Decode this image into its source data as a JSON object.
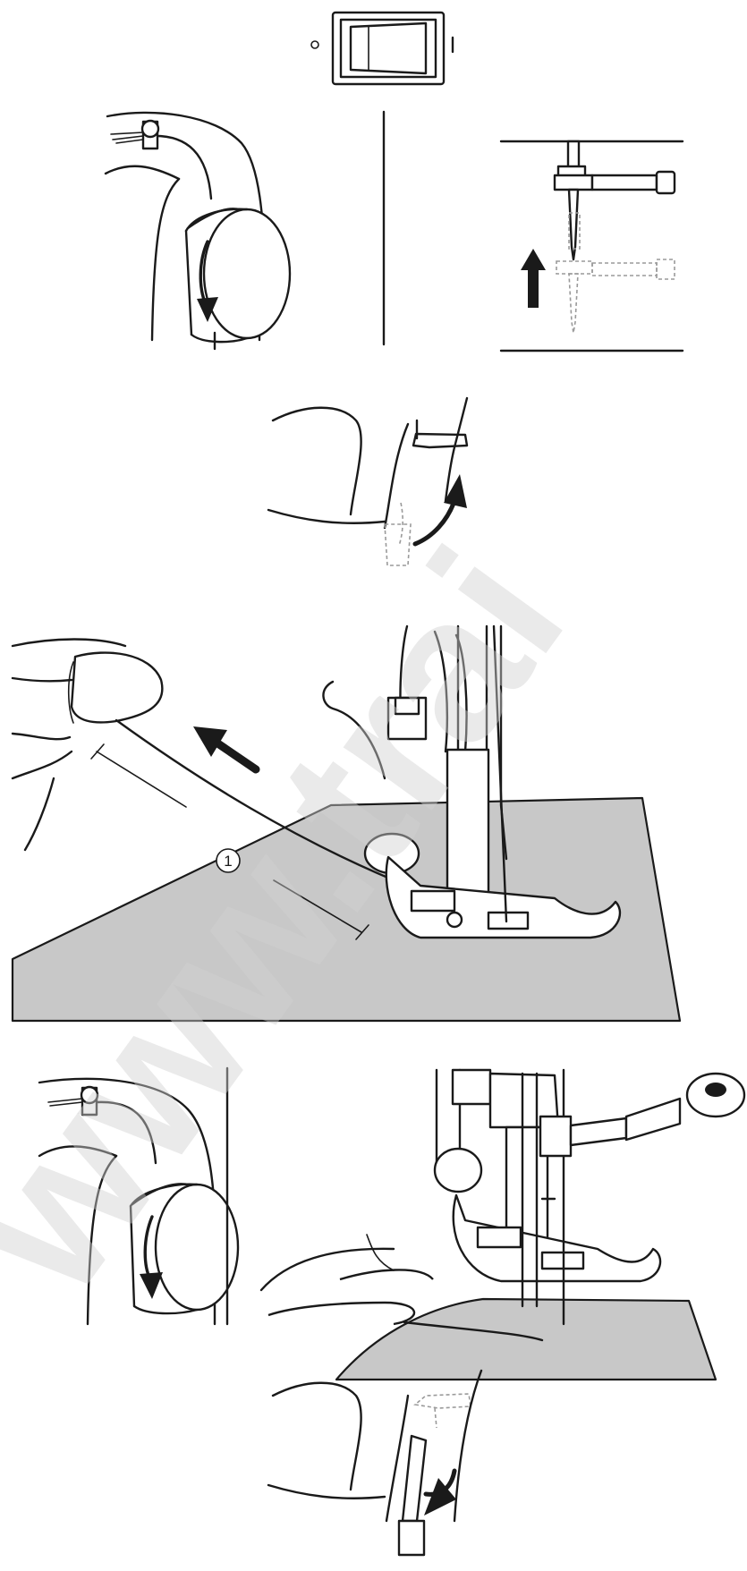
{
  "switch": {
    "off_symbol": "o",
    "on_symbol": "I"
  },
  "callout": {
    "number": "1"
  },
  "watermark": {
    "text": "www.trai"
  },
  "colors": {
    "line": "#1a1a1a",
    "fabric": "#c8c8c8",
    "dashed": "#9a9a9a",
    "watermark": "#d0d0d0"
  },
  "steps": [
    {
      "icon": "power-switch-icon"
    },
    {
      "icon": "handwheel-toward-icon"
    },
    {
      "icon": "needle-raise-icon"
    },
    {
      "icon": "presser-foot-lever-up-icon"
    },
    {
      "icon": "pull-threads-back-icon"
    },
    {
      "icon": "handwheel-toward-icon"
    },
    {
      "icon": "lower-needle-into-fabric-icon"
    },
    {
      "icon": "presser-foot-lever-down-icon"
    }
  ]
}
